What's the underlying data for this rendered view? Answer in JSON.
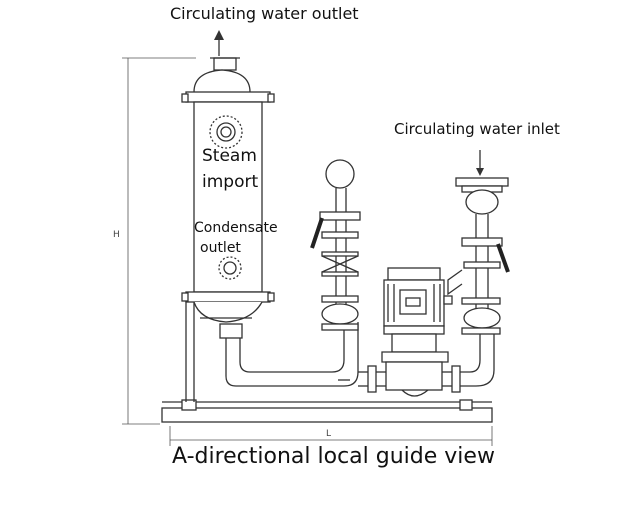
{
  "diagram": {
    "labels": {
      "outlet": "Circulating water outlet",
      "inlet": "Circulating water inlet",
      "steam_line1": "Steam",
      "steam_line2": "import",
      "condensate_line1": "Condensate",
      "condensate_line2": "outlet",
      "caption": "A-directional local guide view",
      "dim_height": "H",
      "dim_length": "L"
    },
    "colors": {
      "line": "#333333",
      "background": "#ffffff"
    }
  }
}
